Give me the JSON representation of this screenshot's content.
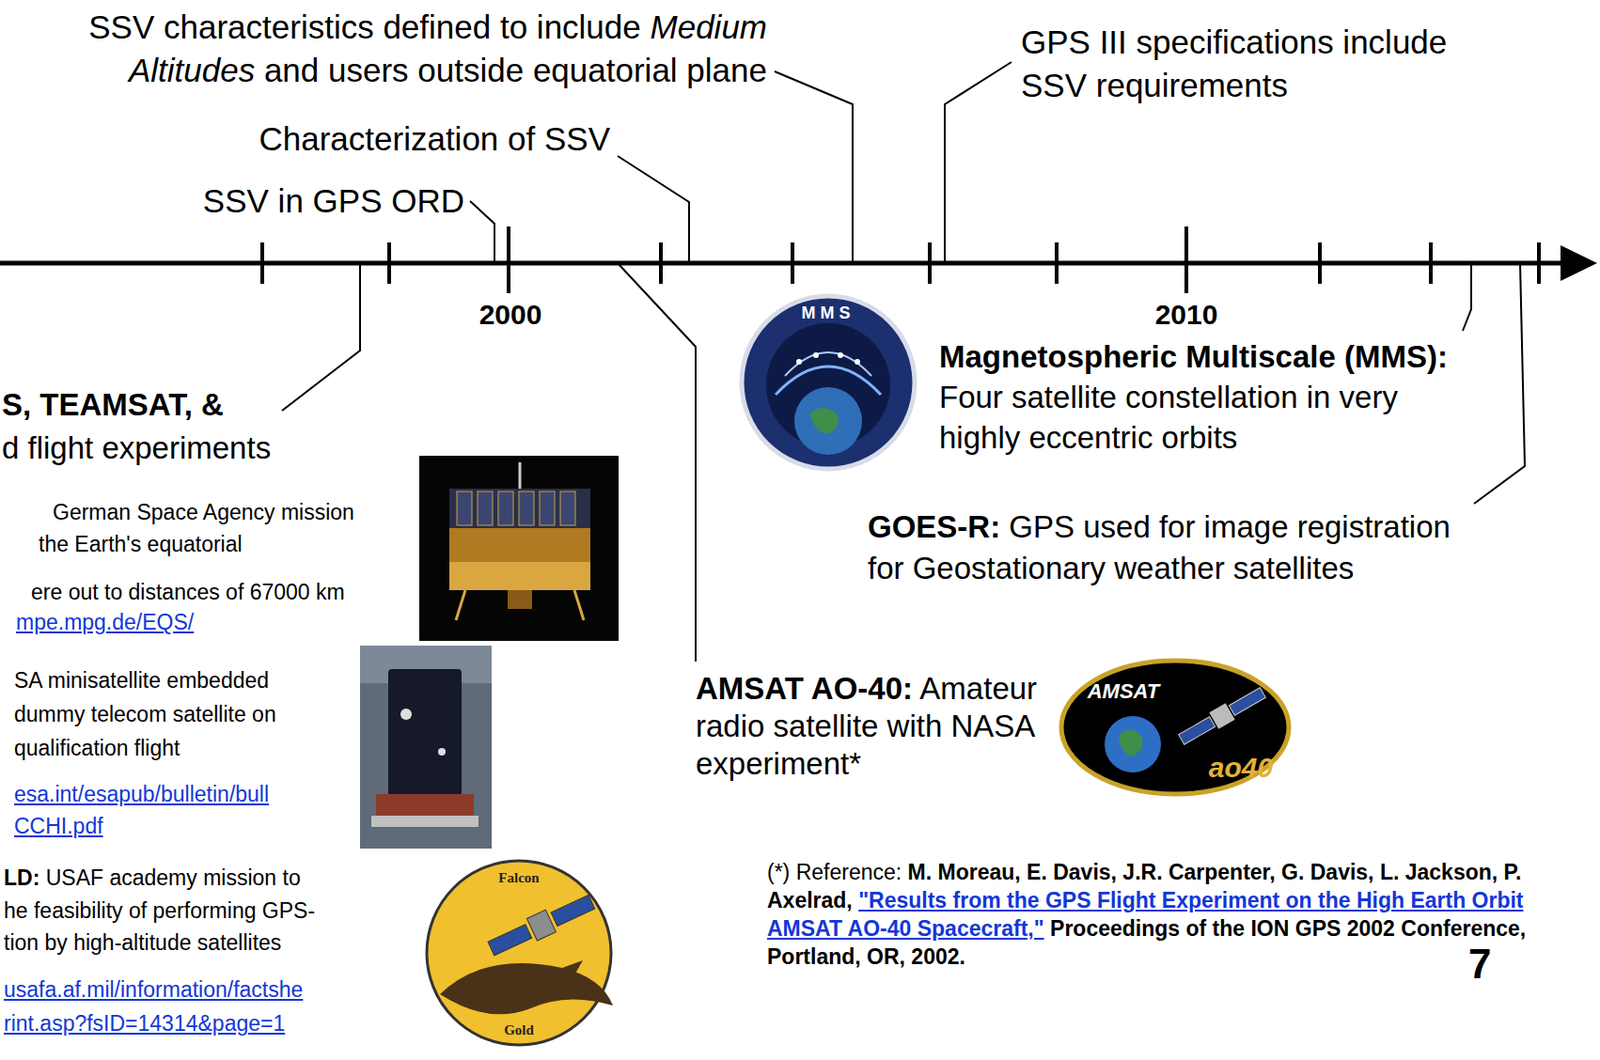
{
  "diagram": {
    "labels": [
      "SSV characteristics defined to include",
      "Medium Altitudes",
      "and users outside equatorial plane",
      "GPS III specifications include SSV requirements",
      "Characterization of SSV",
      "SSV in GPS ORD",
      "2000",
      "2010",
      "S, TEAMSAT, &",
      "d flight experiments",
      "MMS",
      "Magnetospheric Multiscale (MMS):",
      "Four satellite constellation in very highly eccentric orbits",
      "German Space Agency mission",
      "the Earth's equatorial",
      "ere out to distances of 67000 km",
      "mpe.mpg.de/EQS/",
      "GOES-R:",
      "GPS used for image registration for Geostationary weather satellites",
      "SA minisatellite embedded",
      "dummy telecom satellite on",
      "qualification flight",
      "esa.int/esapub/bulletin/bull",
      "CCHI.pdf",
      "AMSAT AO-40:",
      "Amateur radio satellite with NASA experiment*",
      "AMSAT",
      "ao40",
      "LD:",
      "USAF academy mission to",
      "he feasibility of performing GPS-",
      "tion by high-altitude satellites",
      "usafa.af.mil/information/factshe",
      "rint.asp?fsID=14314&page=1",
      "Falcon",
      "Gold",
      "(*) Reference:",
      "M. Moreau, E. Davis, J.R. Carpenter, G. Davis, L. Jackson, P. Axelrad,",
      "\"Results from the GPS Flight Experiment on the High Earth Orbit AMSAT AO-40 Spacecraft,\"",
      "Proceedings of the ION GPS 2002 Conference, Portland, OR, 2002.",
      "7"
    ]
  }
}
